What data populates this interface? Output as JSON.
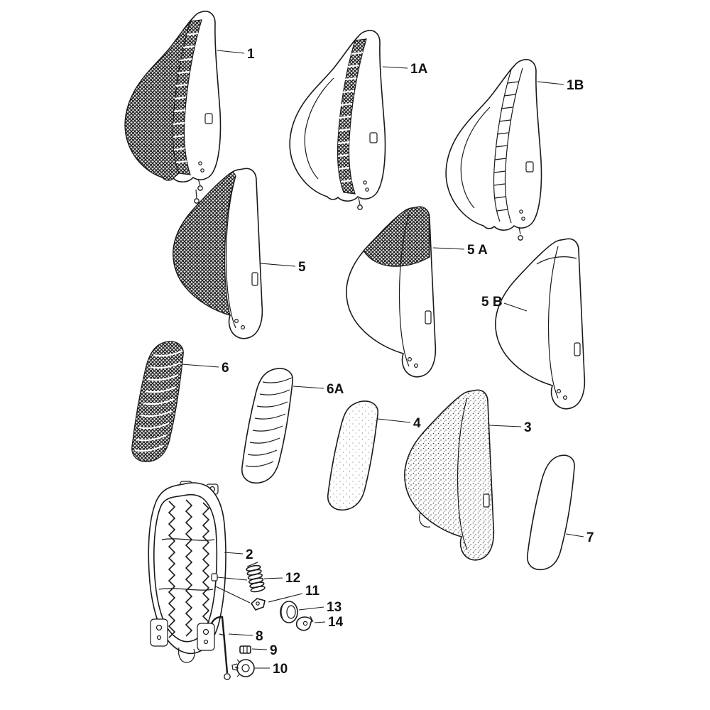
{
  "diagram": {
    "colors": {
      "background": "#ffffff",
      "line": "#1a1a1a",
      "label": "#111111"
    },
    "callouts": [
      {
        "id": "part-1",
        "label": "1"
      },
      {
        "id": "part-1a",
        "label": "1A"
      },
      {
        "id": "part-1b",
        "label": "1B"
      },
      {
        "id": "part-5",
        "label": "5"
      },
      {
        "id": "part-5a",
        "label": "5 A"
      },
      {
        "id": "part-5b",
        "label": "5 B"
      },
      {
        "id": "part-6",
        "label": "6"
      },
      {
        "id": "part-6a",
        "label": "6A"
      },
      {
        "id": "part-4",
        "label": "4"
      },
      {
        "id": "part-3",
        "label": "3"
      },
      {
        "id": "part-7",
        "label": "7"
      },
      {
        "id": "part-2",
        "label": "2"
      },
      {
        "id": "part-12",
        "label": "12"
      },
      {
        "id": "part-11",
        "label": "11"
      },
      {
        "id": "part-13",
        "label": "13"
      },
      {
        "id": "part-14",
        "label": "14"
      },
      {
        "id": "part-8",
        "label": "8"
      },
      {
        "id": "part-9",
        "label": "9"
      },
      {
        "id": "part-10",
        "label": "10"
      }
    ]
  }
}
